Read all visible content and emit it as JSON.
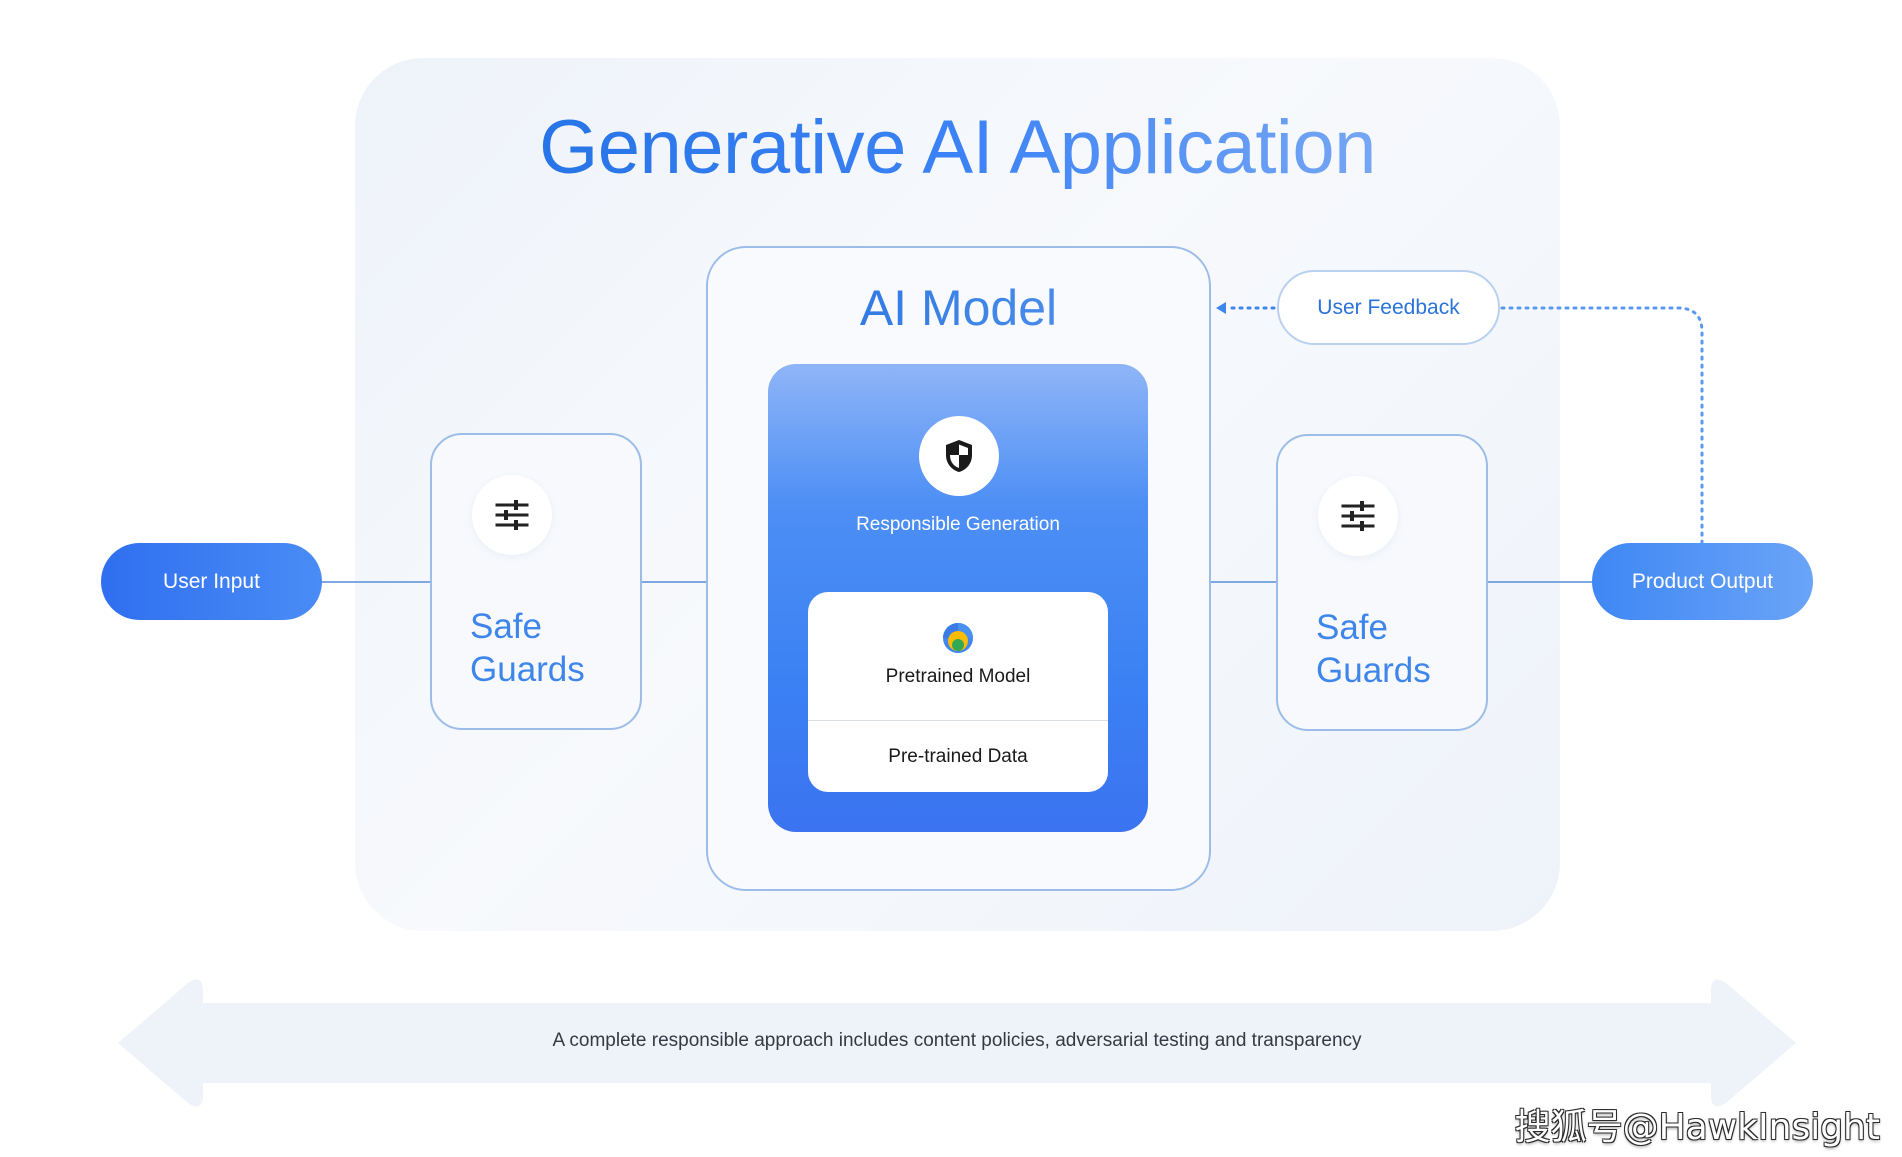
{
  "title": "Generative AI Application",
  "nodes": {
    "user_input": "User Input",
    "product_output": "Product Output",
    "user_feedback": "User Feedback",
    "safeguards_left": {
      "line1": "Safe",
      "line2": "Guards",
      "icon": "sliders-icon"
    },
    "safeguards_right": {
      "line1": "Safe",
      "line2": "Guards",
      "icon": "sliders-icon"
    },
    "ai_model": {
      "title": "AI Model",
      "responsible_generation": {
        "label": "Responsible Generation",
        "icon": "shield-icon"
      },
      "pretrained_model": {
        "label": "Pretrained Model",
        "icon": "google-logo-icon"
      },
      "pretrained_data": {
        "label": "Pre-trained Data"
      }
    }
  },
  "caption": "A complete responsible approach includes content policies, adversarial testing and transparency",
  "watermark": "搜狐号@HawkInsight",
  "colors": {
    "primary_blue": "#3b80f4",
    "title_blue": "#1f6fe0",
    "panel_bg": "#eef3fa",
    "border_blue": "#9cbde8"
  }
}
